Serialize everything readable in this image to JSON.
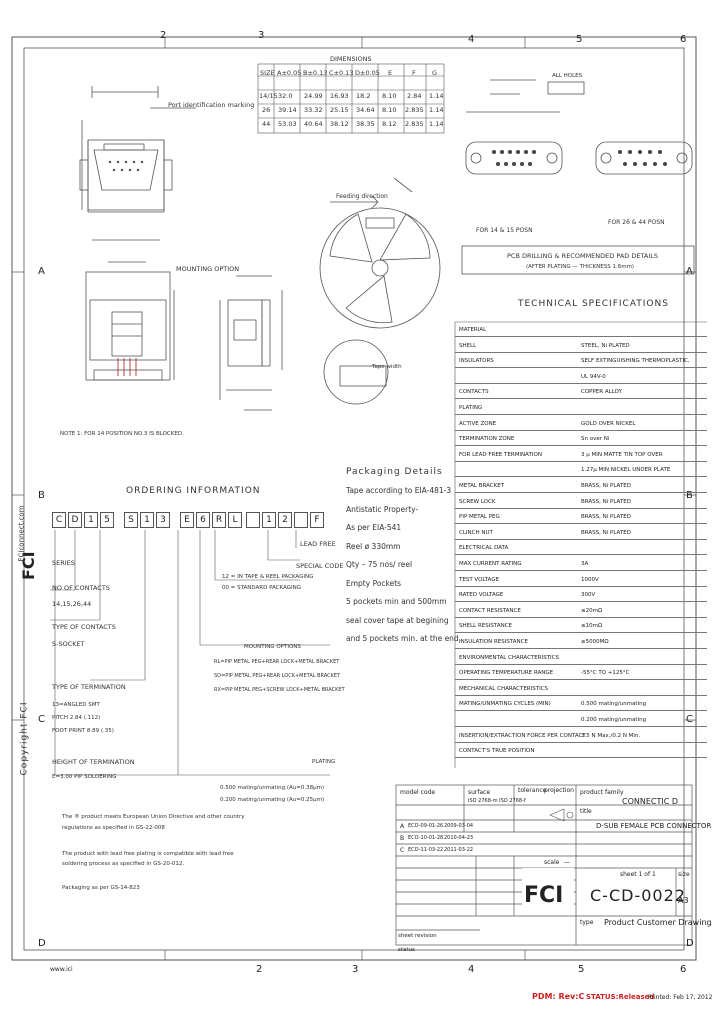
{
  "zones": {
    "top": [
      "2",
      "3",
      "4",
      "5",
      "6"
    ],
    "bottom": [
      "2",
      "3",
      "4",
      "5",
      "6"
    ],
    "left": [
      "A",
      "B",
      "C",
      "D"
    ],
    "right": [
      "A",
      "B",
      "C",
      "D"
    ]
  },
  "dimensions_table": {
    "title": "DIMENSIONS",
    "headers": [
      "SIZE",
      "A±0.05",
      "B±0.13",
      "C±0.13",
      "D±0.05",
      "E",
      "F",
      "G"
    ],
    "rows": [
      [
        "14/15",
        "32.0",
        "24.99",
        "16.93",
        "18.2",
        "8.10",
        "2.84",
        "1.14"
      ],
      [
        "26",
        "39.14",
        "33.32",
        "25.15",
        "34.64",
        "8.10",
        "2.835",
        "1.14"
      ],
      [
        "44",
        "53.03",
        "40.64",
        "38.12",
        "38.35",
        "8.12",
        "2.835",
        "1.14"
      ]
    ]
  },
  "drawing_labels": {
    "port_id": "Port identification marking",
    "mounting_option": "MOUNTING OPTION",
    "note1": "NOTE 1: FOR 14 POSITION NO.3 IS BLOCKED.",
    "feeding_direction": "Feeding direction",
    "tape_width": "Tape width",
    "all_holes": "ALL HOLES",
    "for_14_15": "FOR 14 & 15 POSN",
    "for_26_44": "FOR 26 & 44 POSN",
    "pcb_title": "PCB DRILLING & RECOMMENDED PAD DETAILS",
    "pcb_sub": "(AFTER PLATING — THICKNESS 1.6mm)"
  },
  "tech_specs": {
    "title": "TECHNICAL SPECIFICATIONS",
    "rows": [
      [
        "MATERIAL",
        ""
      ],
      [
        "SHELL",
        "STEEL, Ni PLATED"
      ],
      [
        "INSULATORS",
        "SELF EXTINGUISHING THERMOPLASTIC,"
      ],
      [
        "",
        "UL 94V-0"
      ],
      [
        "CONTACTS",
        "COPPER ALLOY"
      ],
      [
        "PLATING",
        ""
      ],
      [
        "ACTIVE ZONE",
        "GOLD OVER NICKEL"
      ],
      [
        "TERMINATION ZONE",
        "Sn over Ni"
      ],
      [
        "FOR LEAD FREE TERMINATION",
        "3 µ MIN MATTE TIN TOP OVER"
      ],
      [
        "",
        "1.27µ MIN NICKEL UNDER PLATE"
      ],
      [
        "METAL BRACKET",
        "BRASS, Ni PLATED"
      ],
      [
        "SCREW LOCK",
        "BRASS, Ni PLATED"
      ],
      [
        "PIP METAL PEG",
        "BRASS, Ni PLATED"
      ],
      [
        "CLINCH NUT",
        "BRASS, Ni PLATED"
      ],
      [
        "ELECTRICAL DATA",
        ""
      ],
      [
        "MAX CURRENT RATING",
        "3A"
      ],
      [
        "TEST VOLTAGE",
        "1000V"
      ],
      [
        "RATED VOLTAGE",
        "300V"
      ],
      [
        "CONTACT RESISTANCE",
        "≤20mΩ"
      ],
      [
        "SHELL RESISTANCE",
        "≤10mΩ"
      ],
      [
        "INSULATION RESISTANCE",
        "≥5000MΩ"
      ],
      [
        "ENVIRONMENTAL CHARACTERISTICS",
        ""
      ],
      [
        "OPERATING TEMPERATURE RANGE",
        "-55°C TO +125°C"
      ],
      [
        "MECHANICAL CHARACTERISTICS",
        ""
      ],
      [
        "MATING/UNMATING CYCLES (MIN)",
        "0.500 mating/unmating"
      ],
      [
        "",
        "0.200 mating/unmating"
      ],
      [
        "INSERTION/EXTRACTION FORCE PER CONTACT",
        "3.5 N Max./0.2 N Min."
      ],
      [
        "CONTACT'S TRUE POSITION",
        ""
      ]
    ]
  },
  "packaging": {
    "title": "Packaging Details",
    "lines": [
      "Tape according to EIA-481-3",
      "Antistatic Property-",
      "As per EIA-541",
      "Reel ø 330mm",
      "Qty – 75 nos/ reel",
      "Empty Pockets",
      "5 pockets min and 500mm",
      "seal cover tape at begining",
      "and 5 pockets min. at the end."
    ]
  },
  "ordering": {
    "title": "ORDERING INFORMATION",
    "code_boxes": [
      "C",
      "D",
      "1",
      "5",
      "S",
      "1",
      "3",
      "E",
      "6",
      "R",
      "L",
      "",
      "1",
      "2",
      "",
      "F"
    ],
    "lead_free": "LEAD FREE",
    "special_code": "SPECIAL CODE",
    "special_lines": [
      "12 = IN TAPE & REEL PACKAGING",
      "00 = STANDARD PACKAGING"
    ],
    "series_label": "SERIES",
    "no_contacts_label": "NO OF CONTACTS",
    "no_contacts_value": "14,15,26,44",
    "type_contacts_label": "TYPE OF CONTACTS",
    "type_contacts_value": "S-SOCKET",
    "termination_label": "TYPE OF TERMINATION",
    "termination_lines": [
      "13=ANGLED SMT",
      "PITCH 2.84 (.112)",
      "FOOT PRINT 8.89 (.35)"
    ],
    "height_label": "HEIGHT OF TERMINATION",
    "height_value": "E=3.00 PIP SOLDERING",
    "mounting_label": "MOUNTING OPTIONS",
    "mounting_lines": [
      "RL=PIP METAL PEG+REAR LOCK+METAL BRACKET",
      "SO=PIP METAL PEG+REAR LOCK+METAL BRACKET",
      "RX=PIP METAL PEG+SCREW LOCK+METAL BRACKET"
    ],
    "plating_label": "PLATING",
    "plating_lines": [
      "0.500 mating/unmating (Au=0.38µm)",
      "0.200 mating/unmating (Au=0.25µm)"
    ],
    "notes": [
      "The ® product meets European Union Directive and other country",
      "regulations as specified in GS-22-008",
      "The product with lead free plating is compatible with lead free",
      "soldering process as specified in GS-20-012.",
      "Packaging as per GS-14-823"
    ]
  },
  "copyright": "Copyright FCI",
  "vertical_site": "FCIconnect.com",
  "title_block": {
    "model_code": "model code",
    "surface": "surface",
    "tolerance": "tolerance",
    "projection": "projection",
    "tolerance_values": "ISO 2768-m ISO 2768-f",
    "product_family": "product family",
    "product_family_value": "CONNECTIC D",
    "title_label": "title",
    "title_value": "D-SUB FEMALE PCB CONNECTOR",
    "revisions": [
      [
        "A",
        "ECO-09-01-26",
        "2009-03-04"
      ],
      [
        "B",
        "ECO-10-01-28",
        "2010-04-23"
      ],
      [
        "C",
        "ECO-11-03-22",
        "2011-03-22"
      ]
    ],
    "scale_label": "scale",
    "scale_value": "—",
    "format_label": "size",
    "format_value": "A3",
    "sheet_label": "sheet 1 of 1",
    "doc_number": "C-CD-0022",
    "type_label": "type",
    "type_value": "Product Customer Drawing",
    "sheet_revision_label": "sheet revision",
    "status_label": "status"
  },
  "footer": {
    "left": "www.ici",
    "pdm": "PDM: Rev:C",
    "status": "STATUS:Released",
    "printed": "Printed: Feb 17, 2012"
  },
  "colors": {
    "line": "#555555",
    "pdm_red": "#cc2222"
  }
}
